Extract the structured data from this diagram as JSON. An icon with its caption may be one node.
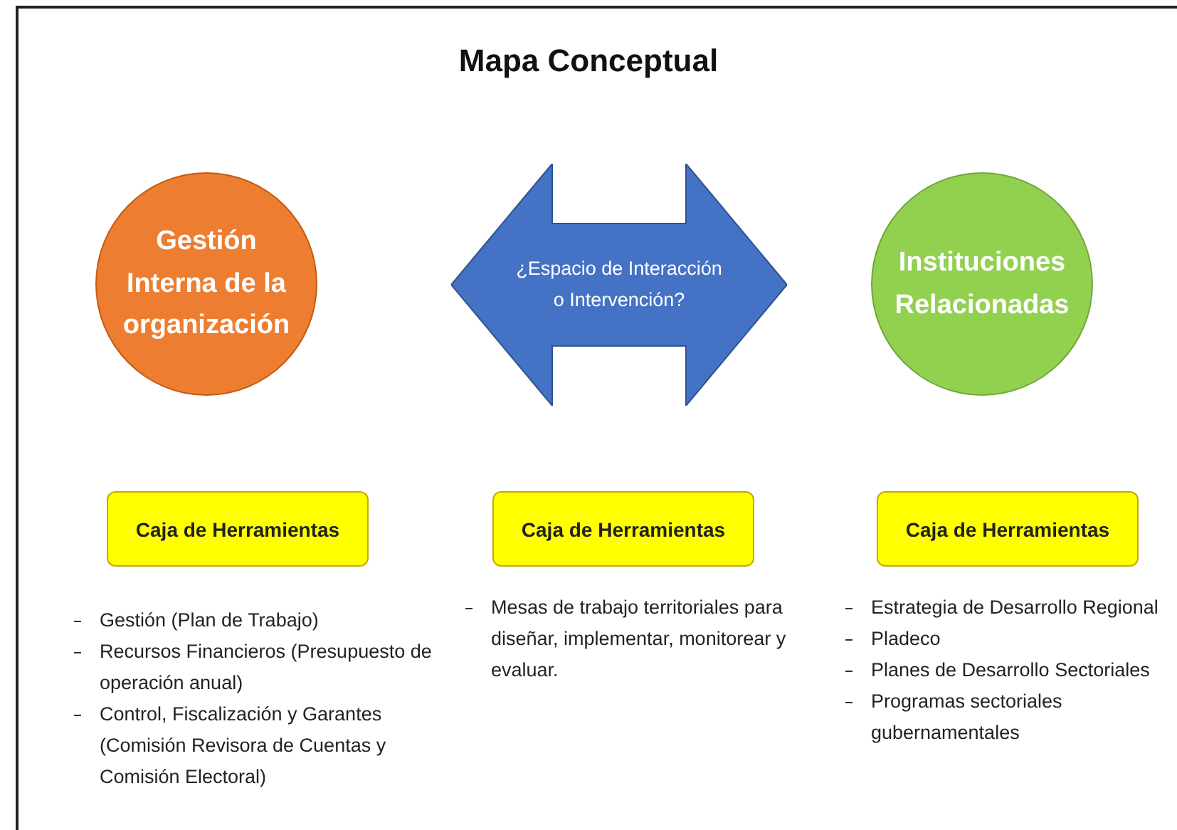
{
  "diagram": {
    "title": "Mapa Conceptual",
    "nodes": [
      {
        "text": [
          "Gestión Interna de la organización"
        ]
      },
      {
        "text": [
          "¿Espacio de Interacción o Intervención?"
        ]
      },
      {
        "text": [
          "Instituciones Relacionadas"
        ]
      },
      {
        "text": [
          "Caja de Herramientas"
        ],
        "beside": [
          "Gestión (Plan de Trabajo)",
          "Recursos Financieros (Presupuesto de operación anual)",
          "Control, Fiscalización y Garantes (Comisión Revisora de Cuentas y Comisión Electoral)"
        ]
      },
      {
        "text": [
          "Caja de Herramientas"
        ],
        "beside": [
          "Mesas de trabajo territoriales para diseñar, implementar, monitorear y evaluar."
        ]
      },
      {
        "text": [
          "Caja de Herramientas"
        ],
        "beside": [
          "Estrategia de Desarrollo Regional",
          "Pladeco",
          "Planes de Desarrollo Sectoriales",
          "Programas sectoriales gubernamentales"
        ]
      }
    ],
    "edges": []
  }
}
